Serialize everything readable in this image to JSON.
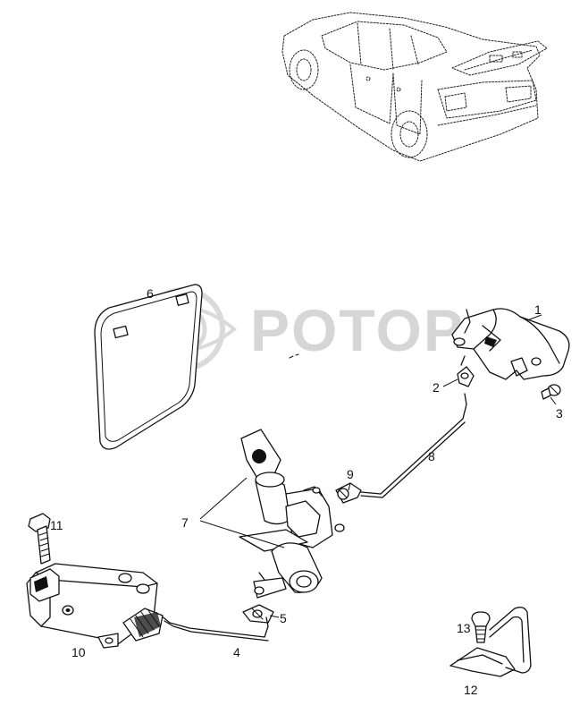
{
  "watermark": {
    "text": "POTOP"
  },
  "callouts": [
    {
      "id": "part-1",
      "label": "1"
    },
    {
      "id": "part-2",
      "label": "2"
    },
    {
      "id": "part-3",
      "label": "3"
    },
    {
      "id": "part-4",
      "label": "4"
    },
    {
      "id": "part-5",
      "label": "5"
    },
    {
      "id": "part-6",
      "label": "6"
    },
    {
      "id": "part-7",
      "label": "7"
    },
    {
      "id": "part-8",
      "label": "8"
    },
    {
      "id": "part-9",
      "label": "9"
    },
    {
      "id": "part-10",
      "label": "10"
    },
    {
      "id": "part-11",
      "label": "11"
    },
    {
      "id": "part-12",
      "label": "12"
    },
    {
      "id": "part-13",
      "label": "13"
    }
  ]
}
